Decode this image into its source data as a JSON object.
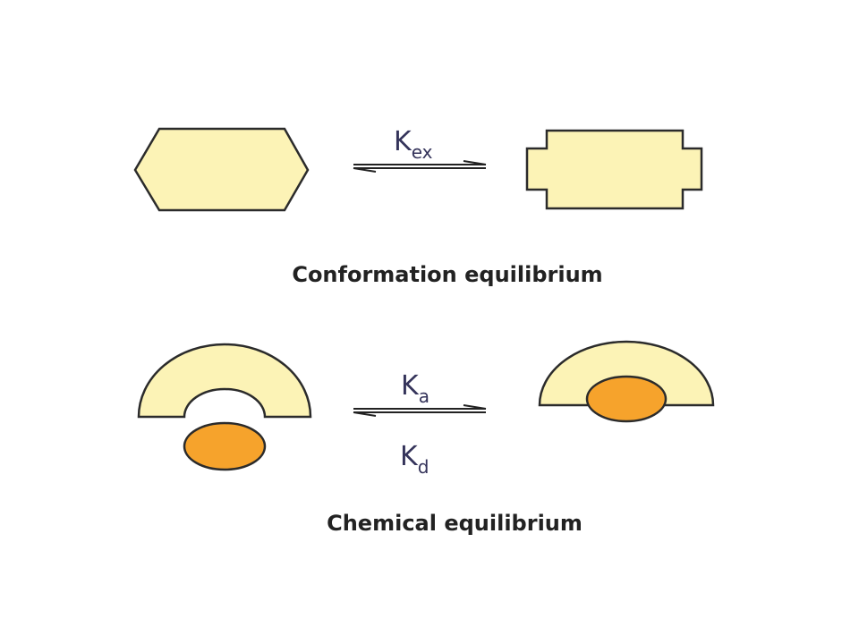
{
  "colors": {
    "shape_fill": "#fcf3b6",
    "shape_stroke": "#2b2b2b",
    "ligand_fill": "#f6a32c",
    "arrow": "#222222",
    "k_text": "#34335a",
    "caption_text": "#222222"
  },
  "conformation": {
    "constant": {
      "symbol": "K",
      "subscript": "ex"
    },
    "caption": "Conformation equilibrium"
  },
  "chemical": {
    "forward_constant": {
      "symbol": "K",
      "subscript": "a"
    },
    "reverse_constant": {
      "symbol": "K",
      "subscript": "d"
    },
    "caption": "Chemical equilibrium"
  }
}
